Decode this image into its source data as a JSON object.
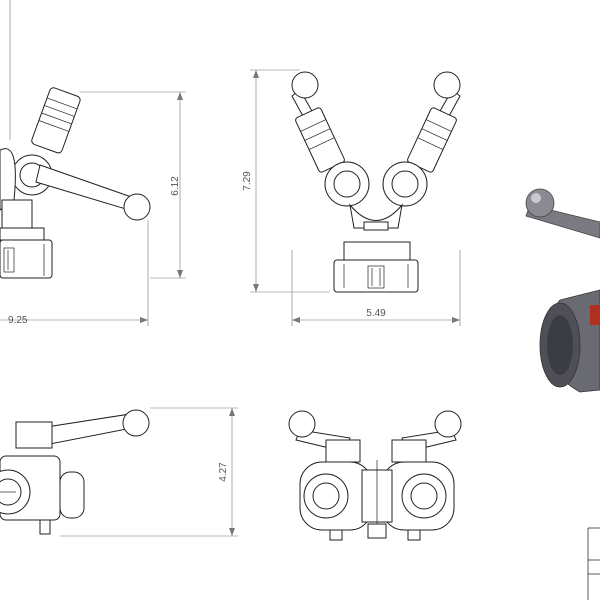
{
  "dimensions": {
    "front_width": "9.25",
    "front_height": "6.12",
    "side_width": "5.49",
    "side_height": "7.29",
    "top_height": "4.27"
  },
  "iso_colors": {
    "body": "#808088",
    "body_dark": "#505058",
    "accent": "#b03020"
  }
}
